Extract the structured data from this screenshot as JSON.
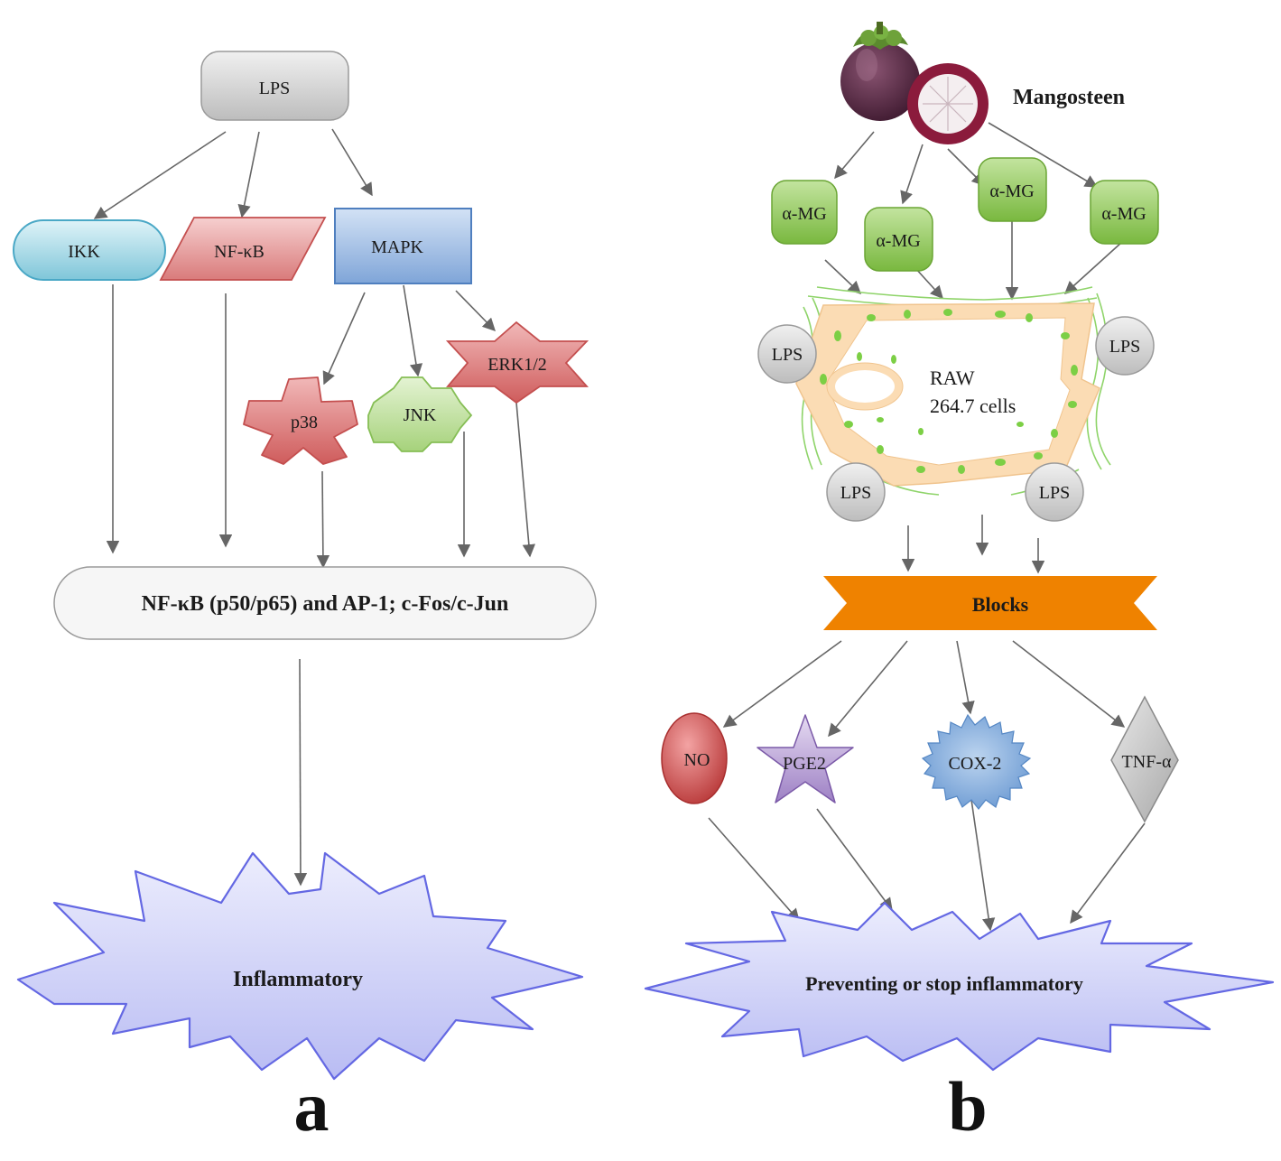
{
  "panel_a": {
    "letter": "a",
    "lps": "LPS",
    "ikk": "IKK",
    "nfkb": "NF-κB",
    "mapk": "MAPK",
    "p38": "p38",
    "jnk": "JNK",
    "erk": "ERK1/2",
    "transcription": "NF-κB (p50/p65) and AP-1; c-Fos/c-Jun",
    "outcome": "Inflammatory"
  },
  "panel_b": {
    "letter": "b",
    "source": "Mangosteen",
    "compound": "α-MG",
    "cell_line1": "RAW",
    "cell_line2": "264.7 cells",
    "lps": "LPS",
    "blocks": "Blocks",
    "no": "NO",
    "pge2": "PGE2",
    "cox2": "COX-2",
    "tnfa": "TNF-α",
    "outcome": "Preventing or stop inflammatory"
  },
  "colors": {
    "gray_box": "#c9c9c9",
    "ikk": "#8fd1e0",
    "nfkb": "#e58e8e",
    "mapk": "#8fb2df",
    "red_shape": "#d96b6b",
    "green_shape": "#b7dc92",
    "alpha_mg": "#8fc659",
    "blocks": "#ef8200",
    "starburst": "#c7c9f7",
    "cell_fill": "#fbdcb4",
    "mangosteen": "#5e2a45"
  }
}
